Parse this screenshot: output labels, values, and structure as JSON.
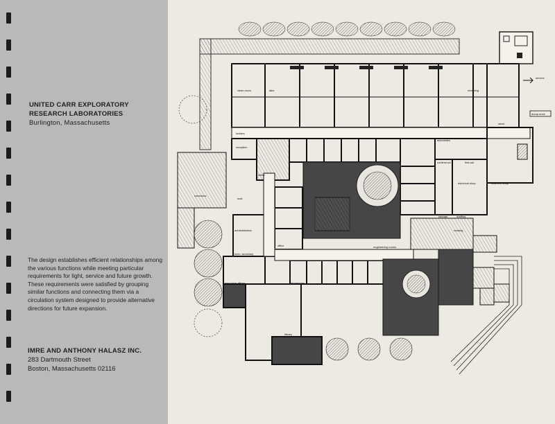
{
  "project": {
    "title_line1": "UNITED CARR EXPLORATORY",
    "title_line2": "RESEARCH LABORATORIES",
    "location": "Burlington, Massachusetts"
  },
  "description": "The design establishes efficient relationships among the various functions while meeting particular requirements for light, service and future growth. These requirements were satisfied by grouping similar functions and connecting them via a circulation system designed to provide alternative directions for future expansion.",
  "firm": {
    "name": "IMRE AND ANTHONY HALASZ INC.",
    "street": "283 Dartmouth Street",
    "city": "Boston, Massachusetts 02116"
  },
  "plan_labels": {
    "clean_room": "clean room",
    "labs": "labs",
    "receiving": "receiving",
    "service": "service",
    "dump_dock": "dump dock",
    "stock": "stock",
    "reception": "reception",
    "lobby": "lobby",
    "associates": "associates",
    "conference": "conference",
    "first_aid": "first aid",
    "electrical_shop": "electrical shop",
    "machine_shop": "machine shop",
    "storage": "storage",
    "drafting": "drafting",
    "reading": "reading",
    "administration": "administration",
    "office": "office",
    "exec_secretary": "exec. secretary",
    "executive_offices": "executive offices",
    "laboratories": "laboratories",
    "engineering_rooms": "engineering rooms",
    "library": "library",
    "commons": "commons",
    "mail": "mail",
    "lockers": "lockers"
  }
}
